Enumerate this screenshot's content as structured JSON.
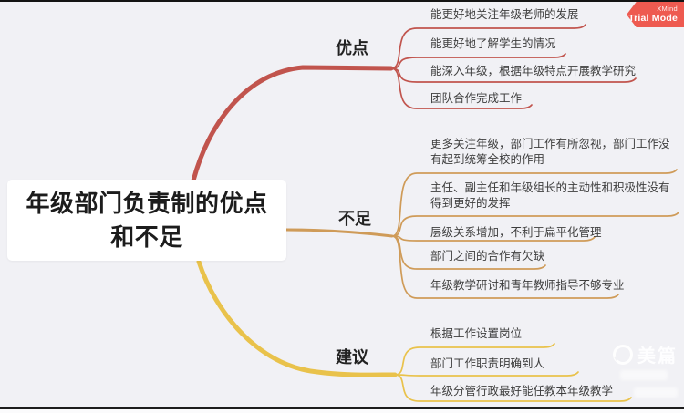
{
  "app": {
    "trial_badge": {
      "line1": "XMind",
      "line2": "Trial Mode"
    }
  },
  "central_topic": {
    "title": "年级部门负责制的优点\n和不足"
  },
  "branches": [
    {
      "label": "优点",
      "color": "#c1544d",
      "items": [
        "能更好地关注年级老师的发展",
        "能更好地了解学生的情况",
        "能深入年级，根据年级特点开展教学研究",
        "团队合作完成工作"
      ]
    },
    {
      "label": "不足",
      "color": "#cf9b58",
      "items": [
        "更多关注年级，部门工作有所忽视，部门工作没\n有起到统筹全校的作用",
        "主任、副主任和年级组长的主动性和积极性没有\n得到更好的发挥",
        "层级关系增加，不利于扁平化管理",
        "部门之间的合作有欠缺",
        "年级教学研讨和青年教师指导不够专业"
      ]
    },
    {
      "label": "建议",
      "color": "#e9c24b",
      "items": [
        "根据工作设置岗位",
        "部门工作职责明确到人",
        "年级分管行政最好能任教本年级教学"
      ]
    }
  ],
  "watermark": {
    "brand": "美篇"
  },
  "colors": {
    "background": "#f1f1f5",
    "badge": "#ee5a50",
    "topic_text": "#1c1c1c",
    "item_text": "#3e3e3e"
  }
}
